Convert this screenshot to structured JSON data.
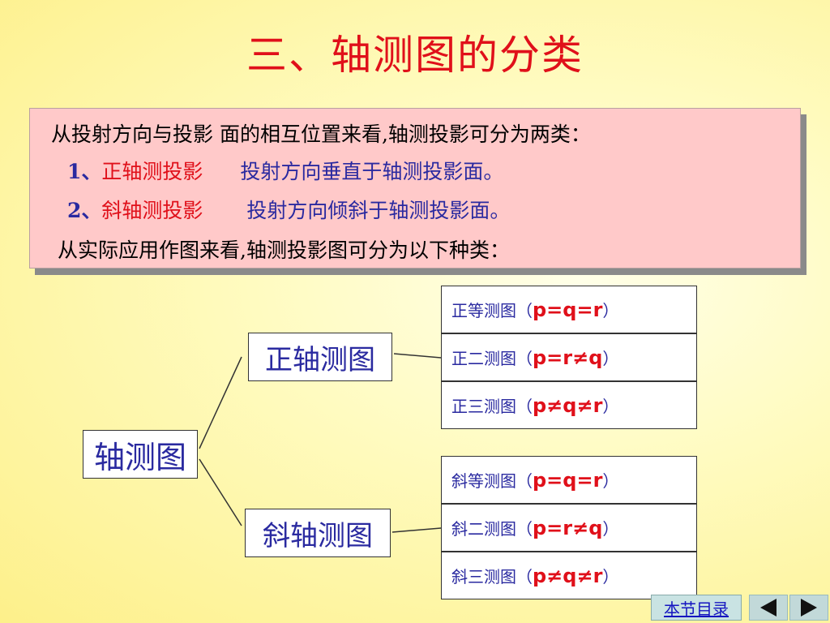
{
  "title": "三、轴测图的分类",
  "info": {
    "line1": "从投射方向与投影 面的相互位置来看,轴测投影可分为两类：",
    "item1": {
      "num": "1、",
      "kind": "正轴测投影",
      "desc": "投射方向垂直于轴测投影面。"
    },
    "item2": {
      "num": "2、",
      "kind": "斜轴测投影",
      "desc": "投射方向倾斜于轴测投影面。"
    },
    "line4": "从实际应用作图来看,轴测投影图可分为以下种类："
  },
  "tree": {
    "root": "轴测图",
    "branches": [
      {
        "label": "正轴测图",
        "leaves": [
          {
            "name": "正等测图（",
            "formula": "p=q=r",
            "close": "）"
          },
          {
            "name": "正二测图（",
            "formula": "p=r≠q",
            "close": "）"
          },
          {
            "name": "正三测图（",
            "formula": "p≠q≠r",
            "close": "）"
          }
        ]
      },
      {
        "label": "斜轴测图",
        "leaves": [
          {
            "name": "斜等测图（",
            "formula": "p=q=r",
            "close": "）"
          },
          {
            "name": "斜二测图（",
            "formula": "p=r≠q",
            "close": "）"
          },
          {
            "name": "斜三测图（",
            "formula": "p≠q≠r",
            "close": "）"
          }
        ]
      }
    ]
  },
  "nav": {
    "toc_label": "本节目录",
    "prev_icon": "triangle-left-icon",
    "next_icon": "triangle-right-icon"
  },
  "colors": {
    "title": "#e0101a",
    "blue_text": "#2a2aa0",
    "info_bg": "#ffc9c9"
  }
}
